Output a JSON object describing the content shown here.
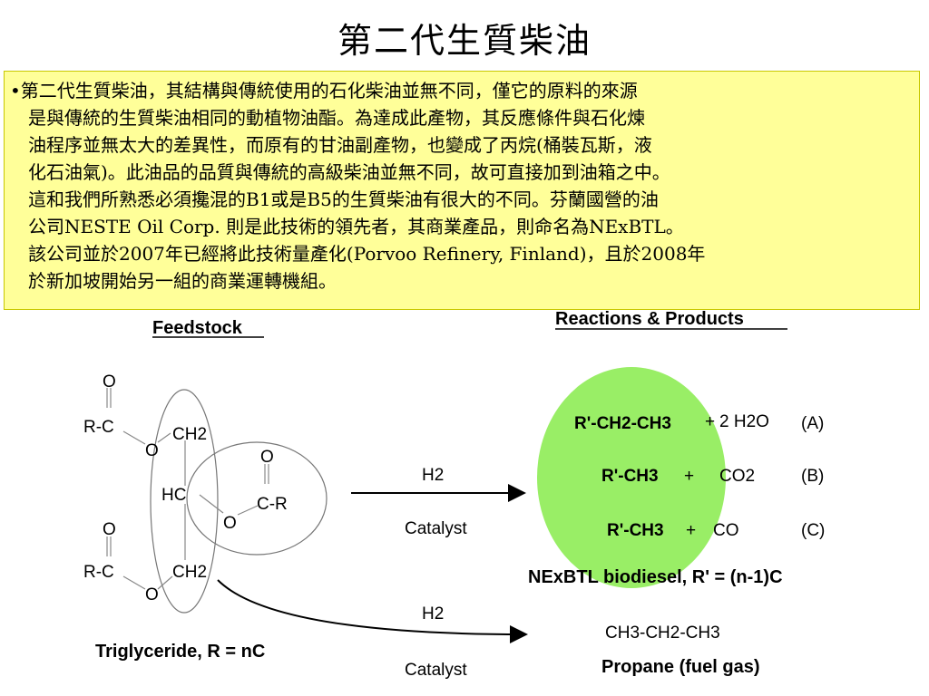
{
  "slide_title": "第二代生質柴油",
  "paragraph_lines": [
    "•第二代生質柴油，其結構與傳統使用的石化柴油並無不同，僅它的原料的來源",
    "是與傳統的生質柴油相同的動植物油酯。為達成此產物，其反應條件與石化煉",
    "油程序並無太大的差異性，而原有的甘油副產物，也變成了丙烷(桶裝瓦斯，液",
    "化石油氣)。此油品的品質與傳統的高級柴油並無不同，故可直接加到油箱之中。",
    "這和我們所熟悉必須攙混的B1或是B5的生質柴油有很大的不同。芬蘭國營的油",
    "公司NESTE Oil Corp. 則是此技術的領先者，其商業產品，則命名為NExBTL。",
    "該公司並於2007年已經將此技術量產化(Porvoo Refinery, Finland)，且於2008年",
    "於新加坡開始另一組的商業運轉機組。"
  ],
  "diagram": {
    "feedstock_heading": "Feedstock",
    "reactions_heading": "Reactions & Products",
    "molecule": {
      "o_top": "O",
      "rc_top": "R-C",
      "o_link1": "O",
      "ch2_top": "CH2",
      "hc": "HC",
      "o_mid": "O",
      "cr": "C-R",
      "o_link2": "O",
      "o_bottom": "O",
      "rc_bottom": "R-C",
      "ch2_bottom": "CH2",
      "o_link3": "O"
    },
    "triglyceride_label": "Triglyceride, R = nC",
    "arrow1_top": "H2",
    "arrow1_bottom": "Catalyst",
    "arrow2_top": "H2",
    "arrow2_bottom": "Catalyst",
    "products": [
      {
        "product": "R'-CH2-CH3",
        "plus": "+",
        "byproduct": "2 H2O",
        "tag": "(A)"
      },
      {
        "product": "R'-CH3",
        "plus": "+",
        "byproduct": "CO2",
        "tag": "(B)"
      },
      {
        "product": "R'-CH3",
        "plus": "+",
        "byproduct": "CO",
        "tag": "(C)"
      }
    ],
    "nexbtl_label": "NExBTL biodiesel,  R' = (n-1)C",
    "propane_formula": "CH3-CH2-CH3",
    "propane_label": "Propane (fuel gas)"
  },
  "colors": {
    "textbox_bg": "#ffff99",
    "green_ellipse": "#99ee66"
  }
}
